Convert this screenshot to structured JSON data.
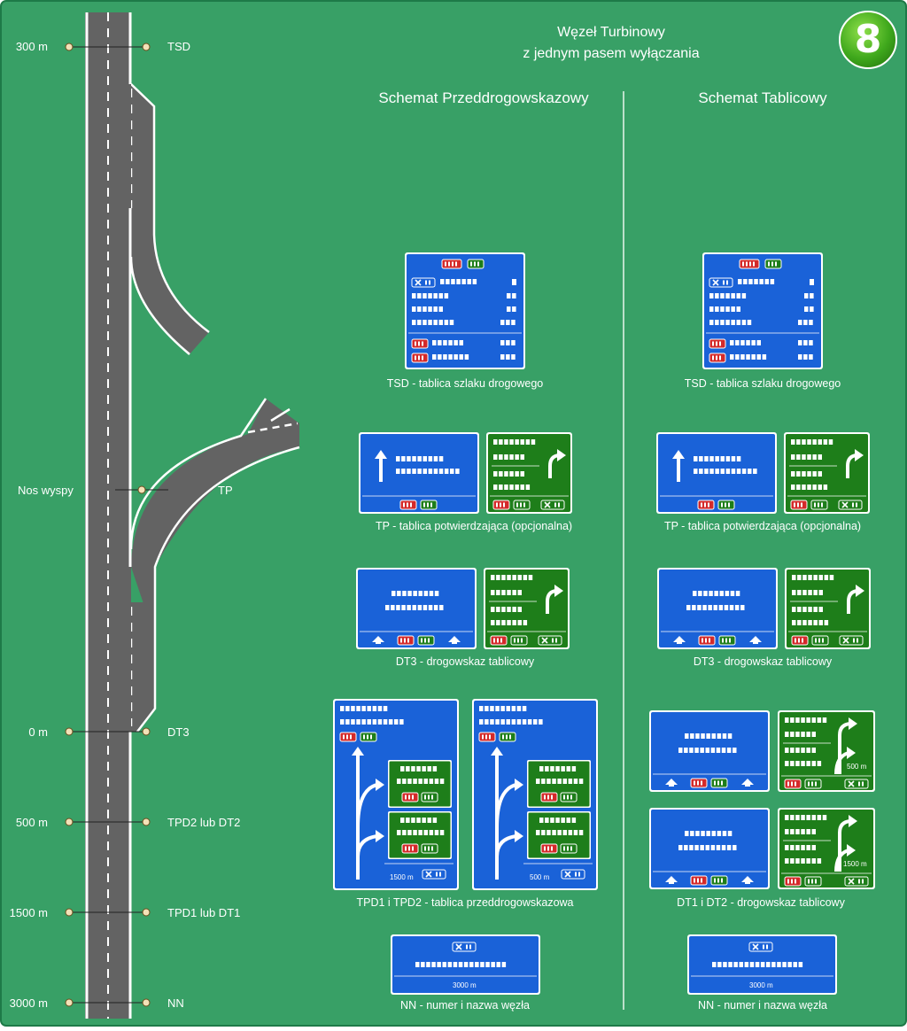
{
  "badge": "8",
  "title": {
    "line1": "Węzeł Turbinowy",
    "line2": "z jednym pasem wyłączania"
  },
  "headings": {
    "left": "Schemat Przeddrogowskazowy",
    "right": "Schemat Tablicowy"
  },
  "road_labels": {
    "left": [
      "300 m",
      "Nos wyspy",
      "0 m",
      "500 m",
      "1500 m",
      "3000 m"
    ],
    "right": [
      "TSD",
      "TP",
      "DT3",
      "TPD2 lub DT2",
      "TPD1 lub DT1",
      "NN"
    ]
  },
  "captions": {
    "left": {
      "tsd": "TSD - tablica szlaku drogowego",
      "tp": "TP - tablica potwierdzająca (opcjonalna)",
      "dt3": "DT3 - drogowskaz tablicowy",
      "tpd": "TPD1 i TPD2 - tablica przeddrogowskazowa",
      "nn": "NN - numer i nazwa węzła"
    },
    "right": {
      "tsd": "TSD - tablica szlaku drogowego",
      "tp": "TP - tablica potwierdzająca (opcjonalna)",
      "dt3": "DT3 - drogowskaz tablicowy",
      "dt": "DT1 i DT2 - drogowskaz tablicowy",
      "nn": "NN - numer i nazwa węzła"
    }
  },
  "distances": {
    "tpd1": "1500 m",
    "tpd2": "500 m",
    "dt2": "500 m",
    "dt1": "1500 m",
    "nn": "3000 m"
  },
  "colors": {
    "background": "#38a066",
    "road": "#636363",
    "sign_blue": "#1a62d8",
    "sign_green": "#1e7e1a",
    "ref_red": "#d42a2a"
  }
}
